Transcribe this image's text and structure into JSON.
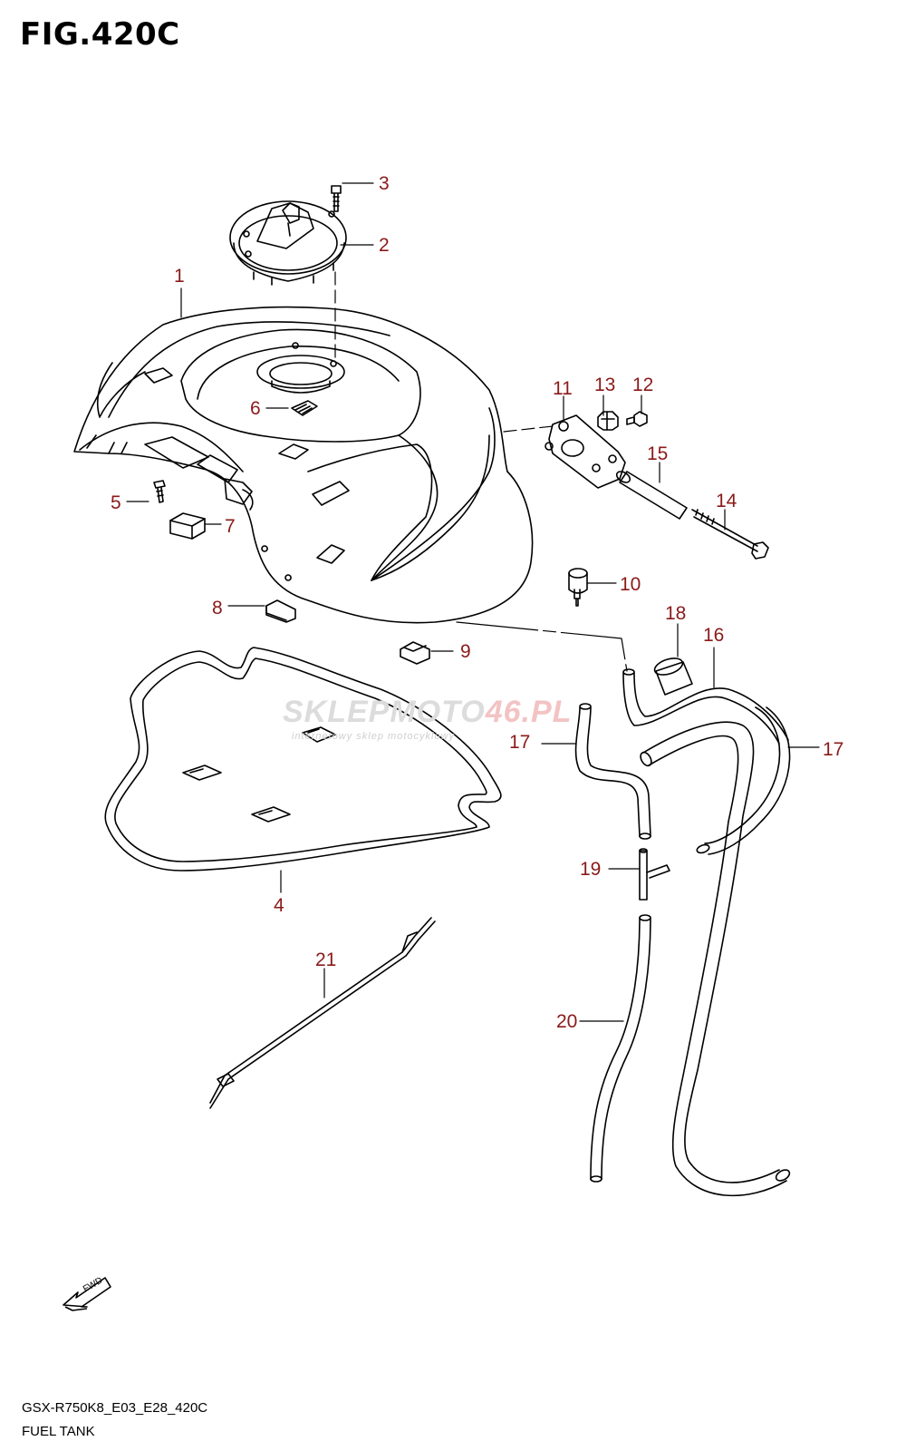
{
  "figure_title": "FIG.420C",
  "footer": {
    "code": "GSX-R750K8_E03_E28_420C",
    "name": "FUEL TANK"
  },
  "watermark": {
    "main_prefix": "SKLEPMOTO",
    "main_accent": "46.PL",
    "sub": "internetowy sklep motocyklowy"
  },
  "fwd_label": "FWD",
  "colors": {
    "callout": "#8b1a1a",
    "line": "#000000"
  },
  "callouts": {
    "c1": "1",
    "c2": "2",
    "c3": "3",
    "c4": "4",
    "c5": "5",
    "c6": "6",
    "c7": "7",
    "c8": "8",
    "c9": "9",
    "c10": "10",
    "c11": "11",
    "c12": "12",
    "c13": "13",
    "c14": "14",
    "c15": "15",
    "c16": "16",
    "c17a": "17",
    "c17b": "17",
    "c18": "18",
    "c19": "19",
    "c20": "20",
    "c21": "21"
  }
}
